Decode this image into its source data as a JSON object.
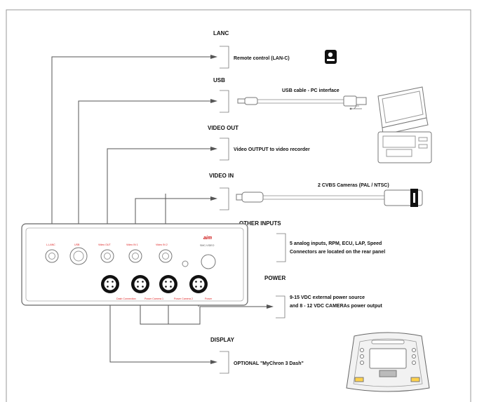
{
  "colors": {
    "line": "#555555",
    "connector_label": "#dd2222",
    "brand": "#cc1111",
    "background": "#ffffff"
  },
  "sections": {
    "lanc": {
      "header": "LANC",
      "label": "Remote control (LAN-C)"
    },
    "usb": {
      "header": "USB",
      "label": "USB cable - PC interface"
    },
    "video_out": {
      "header": "VIDEO OUT",
      "label": "Video OUTPUT to video recorder"
    },
    "video_in": {
      "header": "VIDEO IN",
      "label": "2 CVBS Cameras (PAL / NTSC)"
    },
    "other_inputs": {
      "header": "OTHER INPUTS",
      "line1": "5 analog inputs, RPM, ECU, LAP, Speed",
      "line2": "Connectors are located on the rear panel"
    },
    "power": {
      "header": "POWER",
      "line1": "9-15 VDC external power source",
      "line2": "and 8 - 12 VDC CAMERAs power output"
    },
    "display": {
      "header": "DISPLAY",
      "label": "OPTIONAL \"MyChron 3 Dash\""
    }
  },
  "device": {
    "brand": "aim",
    "model": "SMC-VIDEO",
    "top_ports": [
      "L-LANC",
      "USB",
      "Video OUT",
      "Video IN 1",
      "Video IN 2"
    ],
    "bottom_ports": [
      "Dash Connection",
      "Power Camera 1",
      "Power Camera 2",
      "Power"
    ]
  },
  "icons": {
    "camcorder": "camcorder-remote-icon",
    "laptop": "laptop-icon",
    "camera": "bullet-camera-icon",
    "dash": "mychron-dash-icon"
  }
}
